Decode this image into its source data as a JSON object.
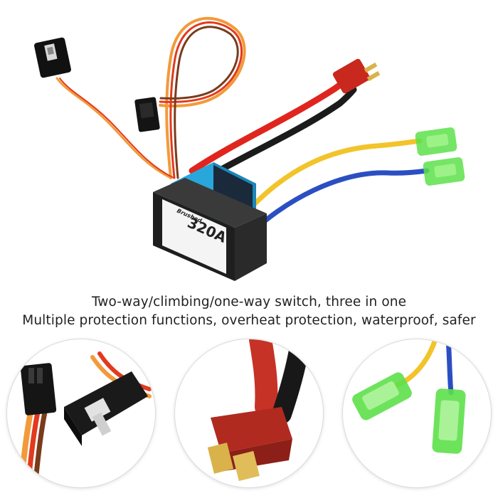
{
  "product": {
    "label_brand": "Brushed",
    "label_model": "320A"
  },
  "captions": {
    "line1": "Two-way/climbing/one-way switch, three in one",
    "line2": "Multiple protection functions, overheat protection, waterproof, safer"
  },
  "colors": {
    "red_wire": "#e0251f",
    "black_wire": "#1b1b1b",
    "yellow_wire": "#f2c42a",
    "blue_wire": "#2b4fc2",
    "heatsink_blue": "#29a7dc",
    "connector_red": "#c8281e",
    "terminal_green": "#5de04a"
  }
}
